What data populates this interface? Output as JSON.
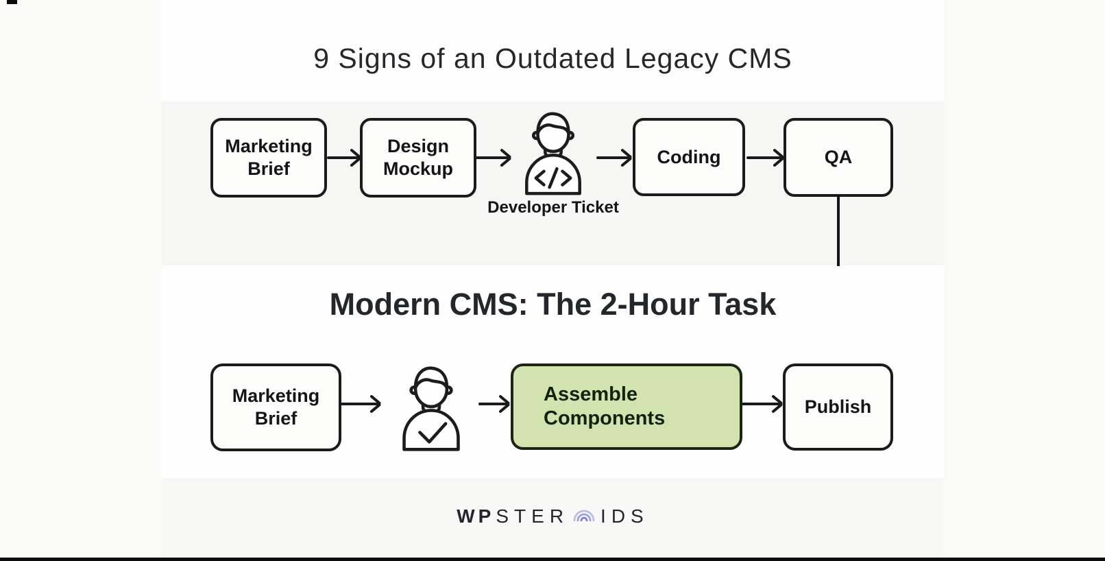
{
  "titles": {
    "legacy": "9 Signs of an Outdated Legacy CMS",
    "modern": "Modern CMS: The 2-Hour Task"
  },
  "legacy_flow": {
    "steps": [
      {
        "type": "box",
        "label": "Marketing Brief"
      },
      {
        "type": "box",
        "label": "Design Mockup"
      },
      {
        "type": "icon",
        "icon": "developer-person-icon",
        "label": "Developer Ticket"
      },
      {
        "type": "box",
        "label": "Coding"
      },
      {
        "type": "box",
        "label": "QA"
      }
    ]
  },
  "modern_flow": {
    "steps": [
      {
        "type": "box",
        "label": "Marketing Brief"
      },
      {
        "type": "icon",
        "icon": "approval-person-icon",
        "label": ""
      },
      {
        "type": "box",
        "label": "Assemble Components",
        "highlighted": true
      },
      {
        "type": "box",
        "label": "Publish"
      }
    ]
  },
  "logo": {
    "part1": "WP",
    "part2": "STER",
    "part3": "IDS"
  },
  "colors": {
    "highlight_green": "#d2e3af",
    "logo_accent": "#7d82d8",
    "band_gray": "#f6f6f4",
    "stroke_black": "#1b1b1b"
  }
}
